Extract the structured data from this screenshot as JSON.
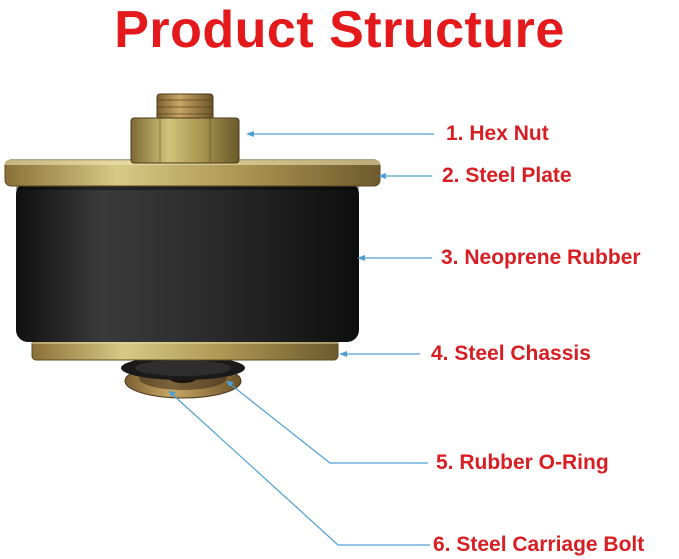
{
  "title": "Product Structure",
  "labels": [
    "1. Hex Nut",
    "2. Steel Plate",
    "3. Neoprene Rubber",
    "4. Steel Chassis",
    "5. Rubber O-Ring",
    "6. Steel Carriage Bolt"
  ],
  "colors": {
    "title": "#e3191c",
    "label": "#d81e22",
    "leader_line": "#4f9fd6",
    "rubber": "#2b2b2b",
    "zinc_plate": "#b8a35c"
  }
}
